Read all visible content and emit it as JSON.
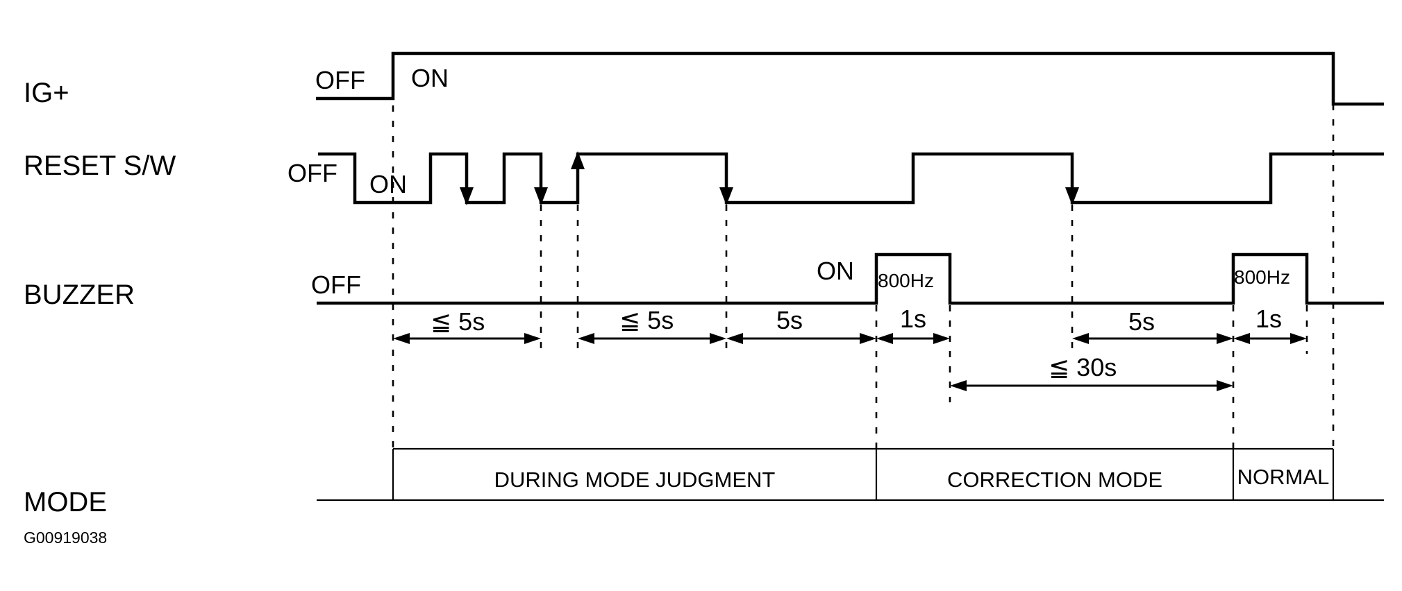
{
  "signals": {
    "ig": {
      "name": "IG+",
      "off": "OFF",
      "on": "ON"
    },
    "reset": {
      "name": "RESET S/W",
      "off": "OFF",
      "on": "ON"
    },
    "buzzer": {
      "name": "BUZZER",
      "off": "OFF",
      "on": "ON",
      "freq1": "800Hz",
      "freq2": "800Hz"
    },
    "mode": {
      "name": "MODE",
      "phase1": "DURING MODE JUDGMENT",
      "phase2": "CORRECTION MODE",
      "phase3": "NORMAL"
    }
  },
  "durations": {
    "d1": "≦ 5s",
    "d2": "≦ 5s",
    "d3": "5s",
    "d4": "1s",
    "d5": "5s",
    "d6": "1s",
    "d7": "≦ 30s"
  },
  "figure_code": "G00919038"
}
